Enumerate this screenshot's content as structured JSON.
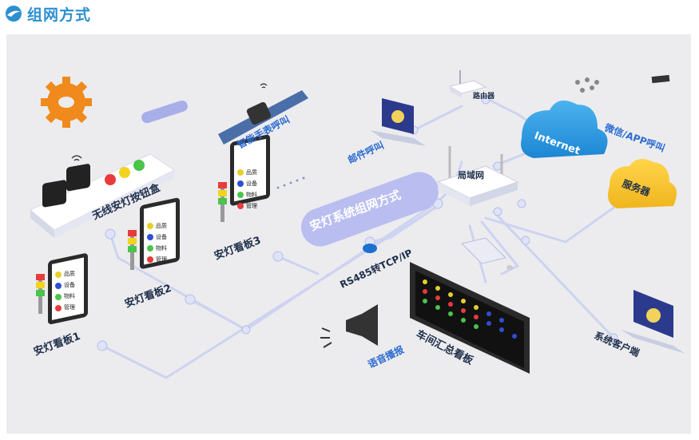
{
  "header": {
    "title": "组网方式"
  },
  "labels": {
    "center_banner": "安灯系统组网方式",
    "wireless_button_box": "无线安灯按钮盒",
    "board1": "安灯看板1",
    "board2": "安灯看板2",
    "board3": "安灯看板3",
    "smart_watch": "智能手表呼叫",
    "email": "邮件呼叫",
    "router": "路由器",
    "internet": "Internet",
    "wechat_app": "微信/APP呼叫",
    "lan": "局域网",
    "server": "服务器",
    "rs485": "RS485转TCP/IP",
    "voice": "语音播报",
    "workshop_board": "车间汇总看板",
    "client": "系统客户端"
  },
  "panel_items": [
    "品质",
    "设备",
    "物料",
    "管理"
  ],
  "colors": {
    "accent": "#2d8fd0",
    "banner": "#b9bdf0",
    "cloud": "#3aa3e3",
    "server_cloud": "#f5c22e",
    "line": "#cdd3f0",
    "node": "#dfe3f7"
  }
}
